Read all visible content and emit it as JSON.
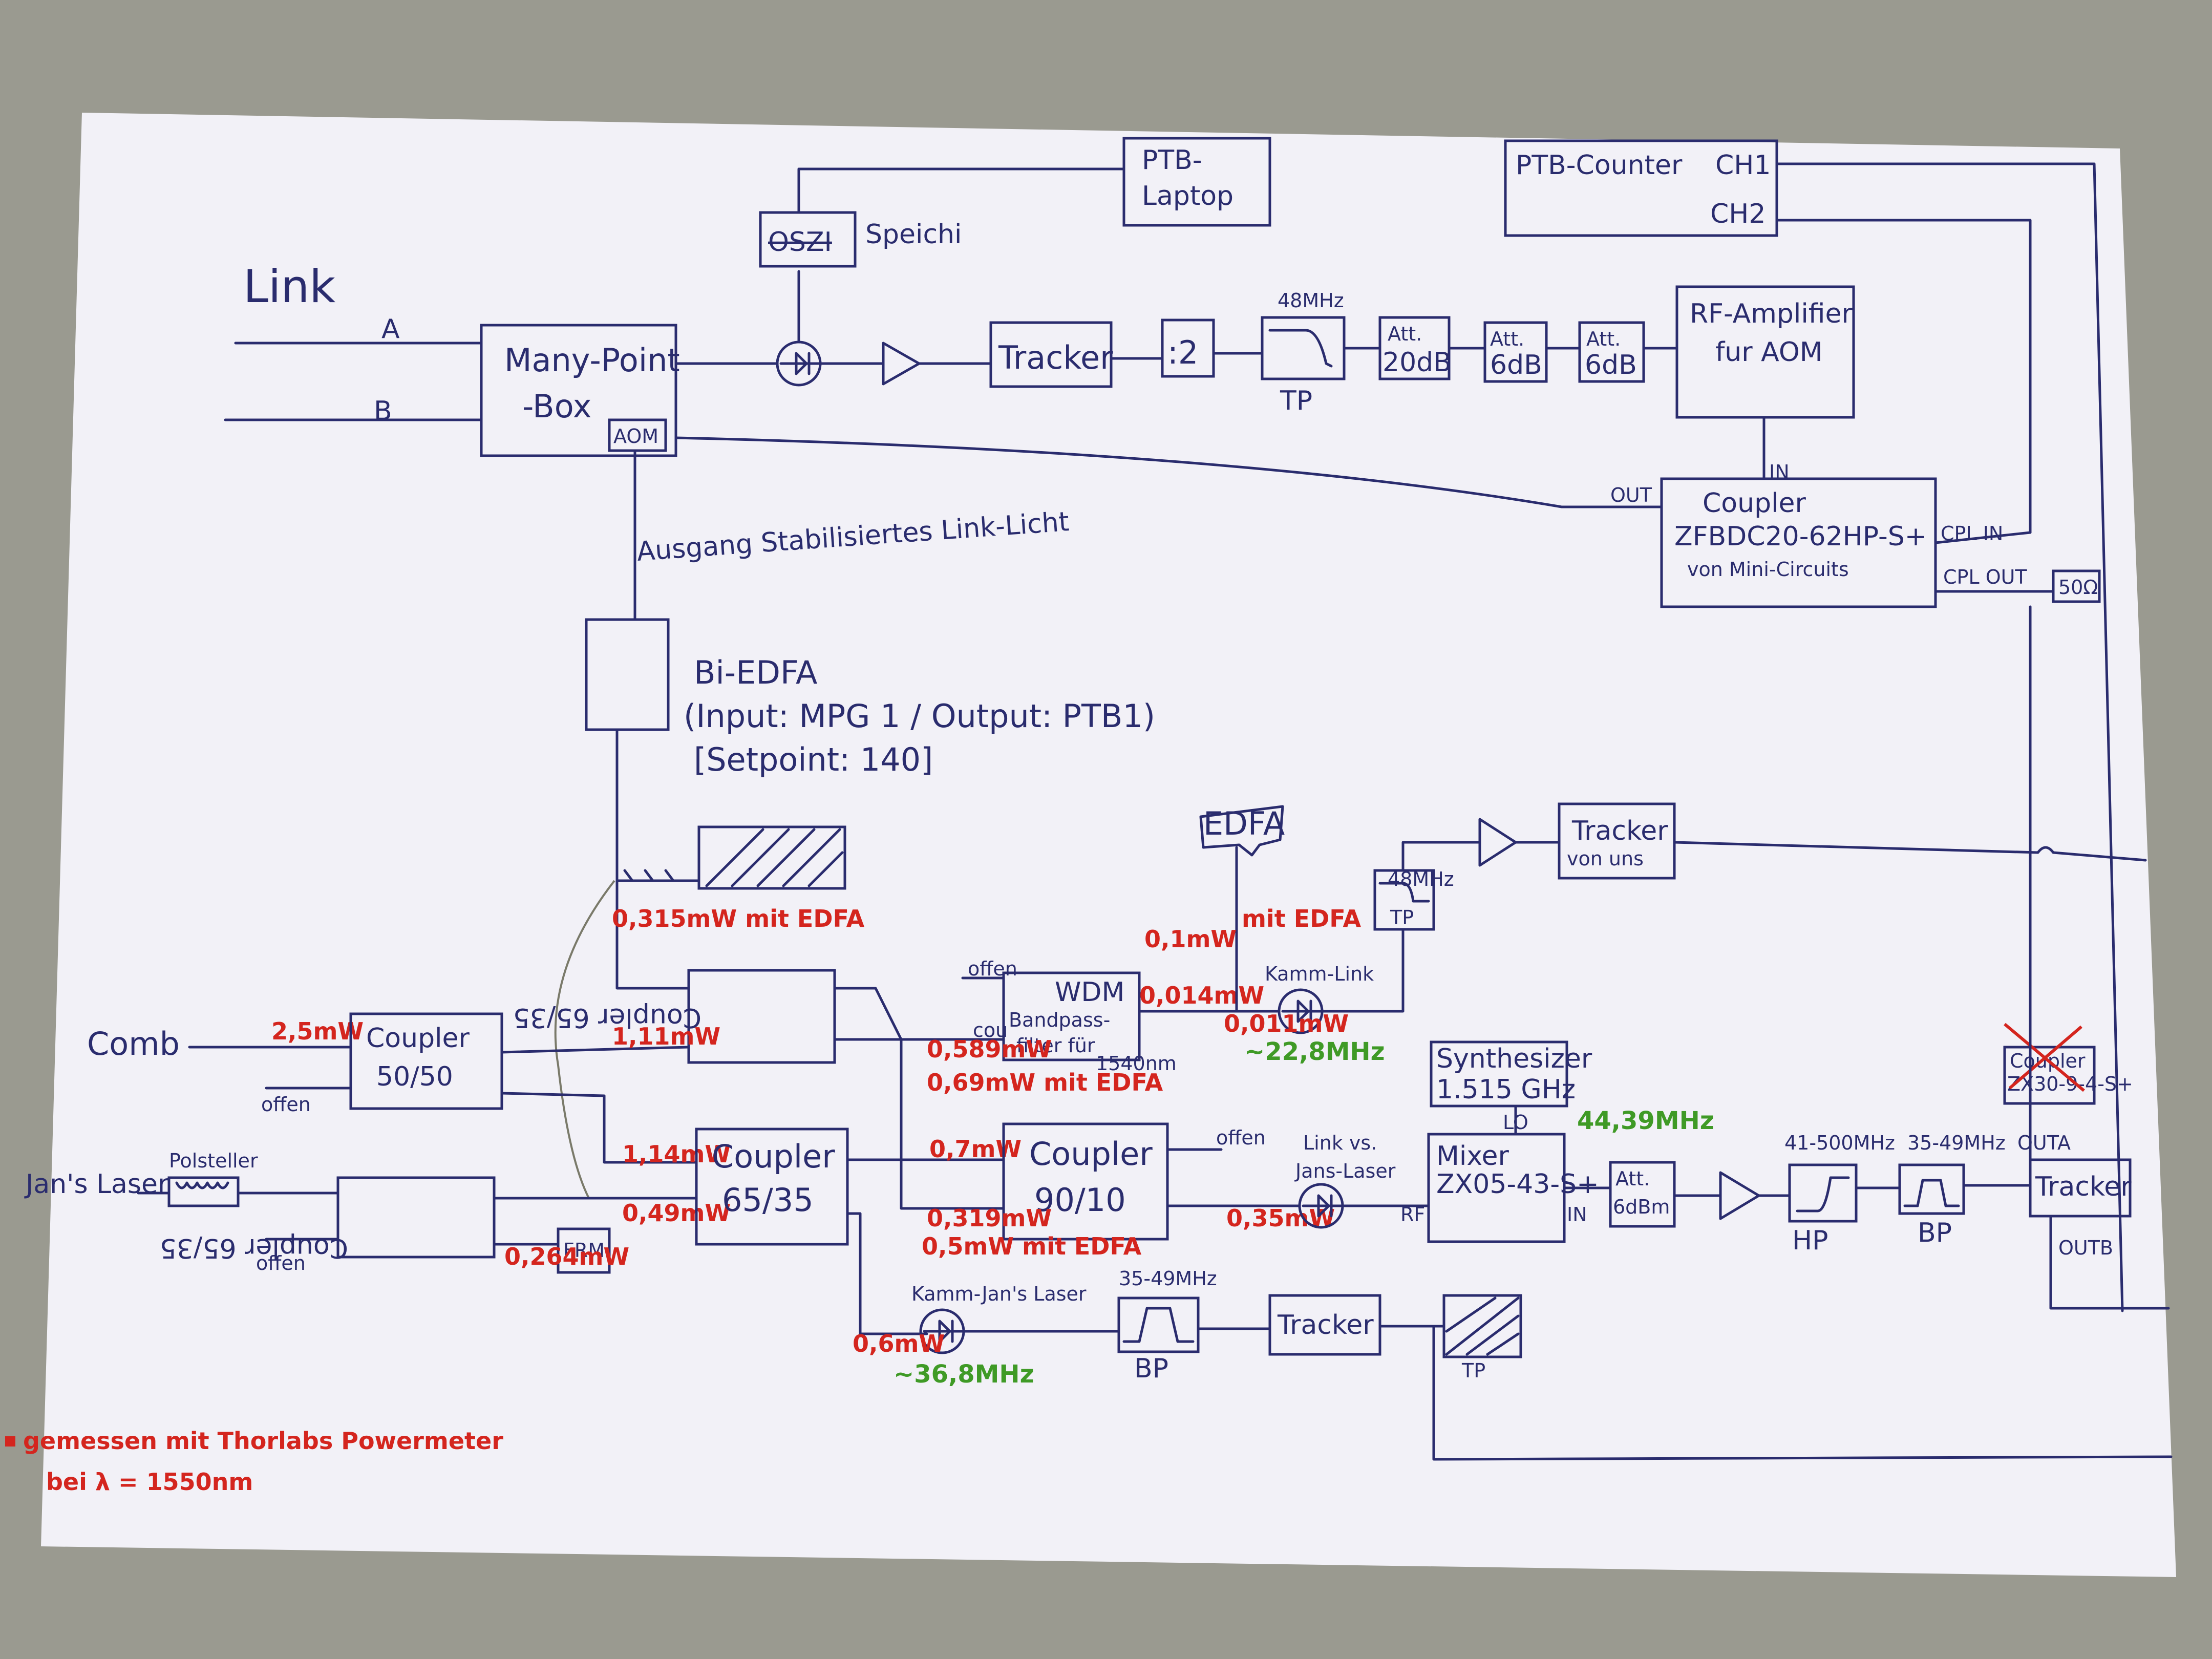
{
  "colors": {
    "ink": "#2a2c6e",
    "red": "#d4251e",
    "green": "#3f9a26",
    "paper": "#f2f1f7",
    "backdrop": "#9a9a90"
  },
  "labels": {
    "link": "Link",
    "a": "A",
    "b": "B",
    "many_point_1": "Many-Point",
    "many_point_2": "-Box",
    "aom": "AOM",
    "speichi": "Speichi",
    "osz": "OSZI",
    "ptb_laptop_1": "PTB-",
    "ptb_laptop_2": "Laptop",
    "ptb_counter": "PTB-Counter",
    "ch1": "CH1",
    "ch2": "CH2",
    "tracker": "Tracker",
    "div2": ":2",
    "mhz48": "48MHz",
    "tp": "TP",
    "att": "Att.",
    "db20": "20dB",
    "db6": "6dB",
    "rf_amp_1": "RF-Amplifier",
    "rf_amp_2": "fur AOM",
    "in_label": "IN",
    "out_label": "OUT",
    "coupler": "Coupler",
    "zfbdc_1": "ZFBDC20-62HP-S+",
    "zfbdc_2": "von Mini-Circuits",
    "cpl_in": "CPL IN",
    "cpl_out": "CPL OUT",
    "ohm50": "50Ω",
    "ausgang": "Ausgang Stabilisiertes Link-Licht",
    "biedfa_1": "Bi-EDFA",
    "biedfa_2": "(Input: MPG 1 / Output: PTB1)",
    "biedfa_3": "[Setpoint: 140]",
    "edfa": "EDFA",
    "tracker_uns_1": "Tracker",
    "tracker_uns_2": "von uns",
    "mhz48_small": "48MHz",
    "comb": "Comb",
    "coupler_5050": "50/50",
    "offen": "offen",
    "coupler_6535_flip": "Coupler 65/35",
    "coupler_6535": "65/35",
    "coupler_9010": "90/10",
    "wdm_1": "WDM",
    "wdm_2": "Bandpass-",
    "wdm_3": "filter für",
    "wdm_4": "1540nm",
    "cou": "cou",
    "kamm_link": "Kamm-Link",
    "synth_1": "Synthesizer",
    "synth_2": "1.515 GHz",
    "lo": "LO",
    "link_vs_1": "Link vs.",
    "link_vs_2": "Jans-Laser",
    "mixer_1": "Mixer",
    "mixer_2": "ZX05-43-S+",
    "rf": "RF",
    "in_mixer": "IN",
    "att_6dbm": "6dBm",
    "hp_range": "41-500MHz",
    "bp_range": "35-49MHz",
    "hp": "HP",
    "bp": "BP",
    "coupler_x_1": "Coupler",
    "coupler_x_2": "ZX30-9-4-S+",
    "outa": "OUTA",
    "outb": "OUTB",
    "jans_laser": "Jan's Laser",
    "polsteller": "Polsteller",
    "frm": "FRM",
    "kamm_jan": "Kamm-Jan's Laser",
    "bp_lower": "35-49MHz",
    "note_1": "gemessen mit Thorlabs Powermeter",
    "note_2": "bei λ = 1550nm"
  },
  "measurements": {
    "p_315": "0,315mW mit EDFA",
    "p_01": "0,1mW",
    "p_01_edfa": "mit EDFA",
    "p_25": "2,5mW",
    "p_111": "1,11mW",
    "p_0589": "0,589mW",
    "p_069": "0,69mW mit EDFA",
    "p_014": "0,014mW",
    "p_0011": "0,011mW",
    "p_114": "1,14mW",
    "p_049": "0,49mW",
    "p_07": "0,7mW",
    "p_0319": "0,319mW",
    "p_05": "0,5mW mit EDFA",
    "p_035": "0,35mW",
    "p_0264": "0,264mW",
    "p_06": "0,6mW"
  },
  "beats": {
    "b1": "~22,8MHz",
    "b2": "44,39MHz",
    "b3": "~36,8MHz"
  },
  "icons": [
    "photodiode-icon",
    "amplifier-triangle-icon",
    "lowpass-filter-icon",
    "highpass-filter-icon",
    "bandpass-filter-icon"
  ]
}
